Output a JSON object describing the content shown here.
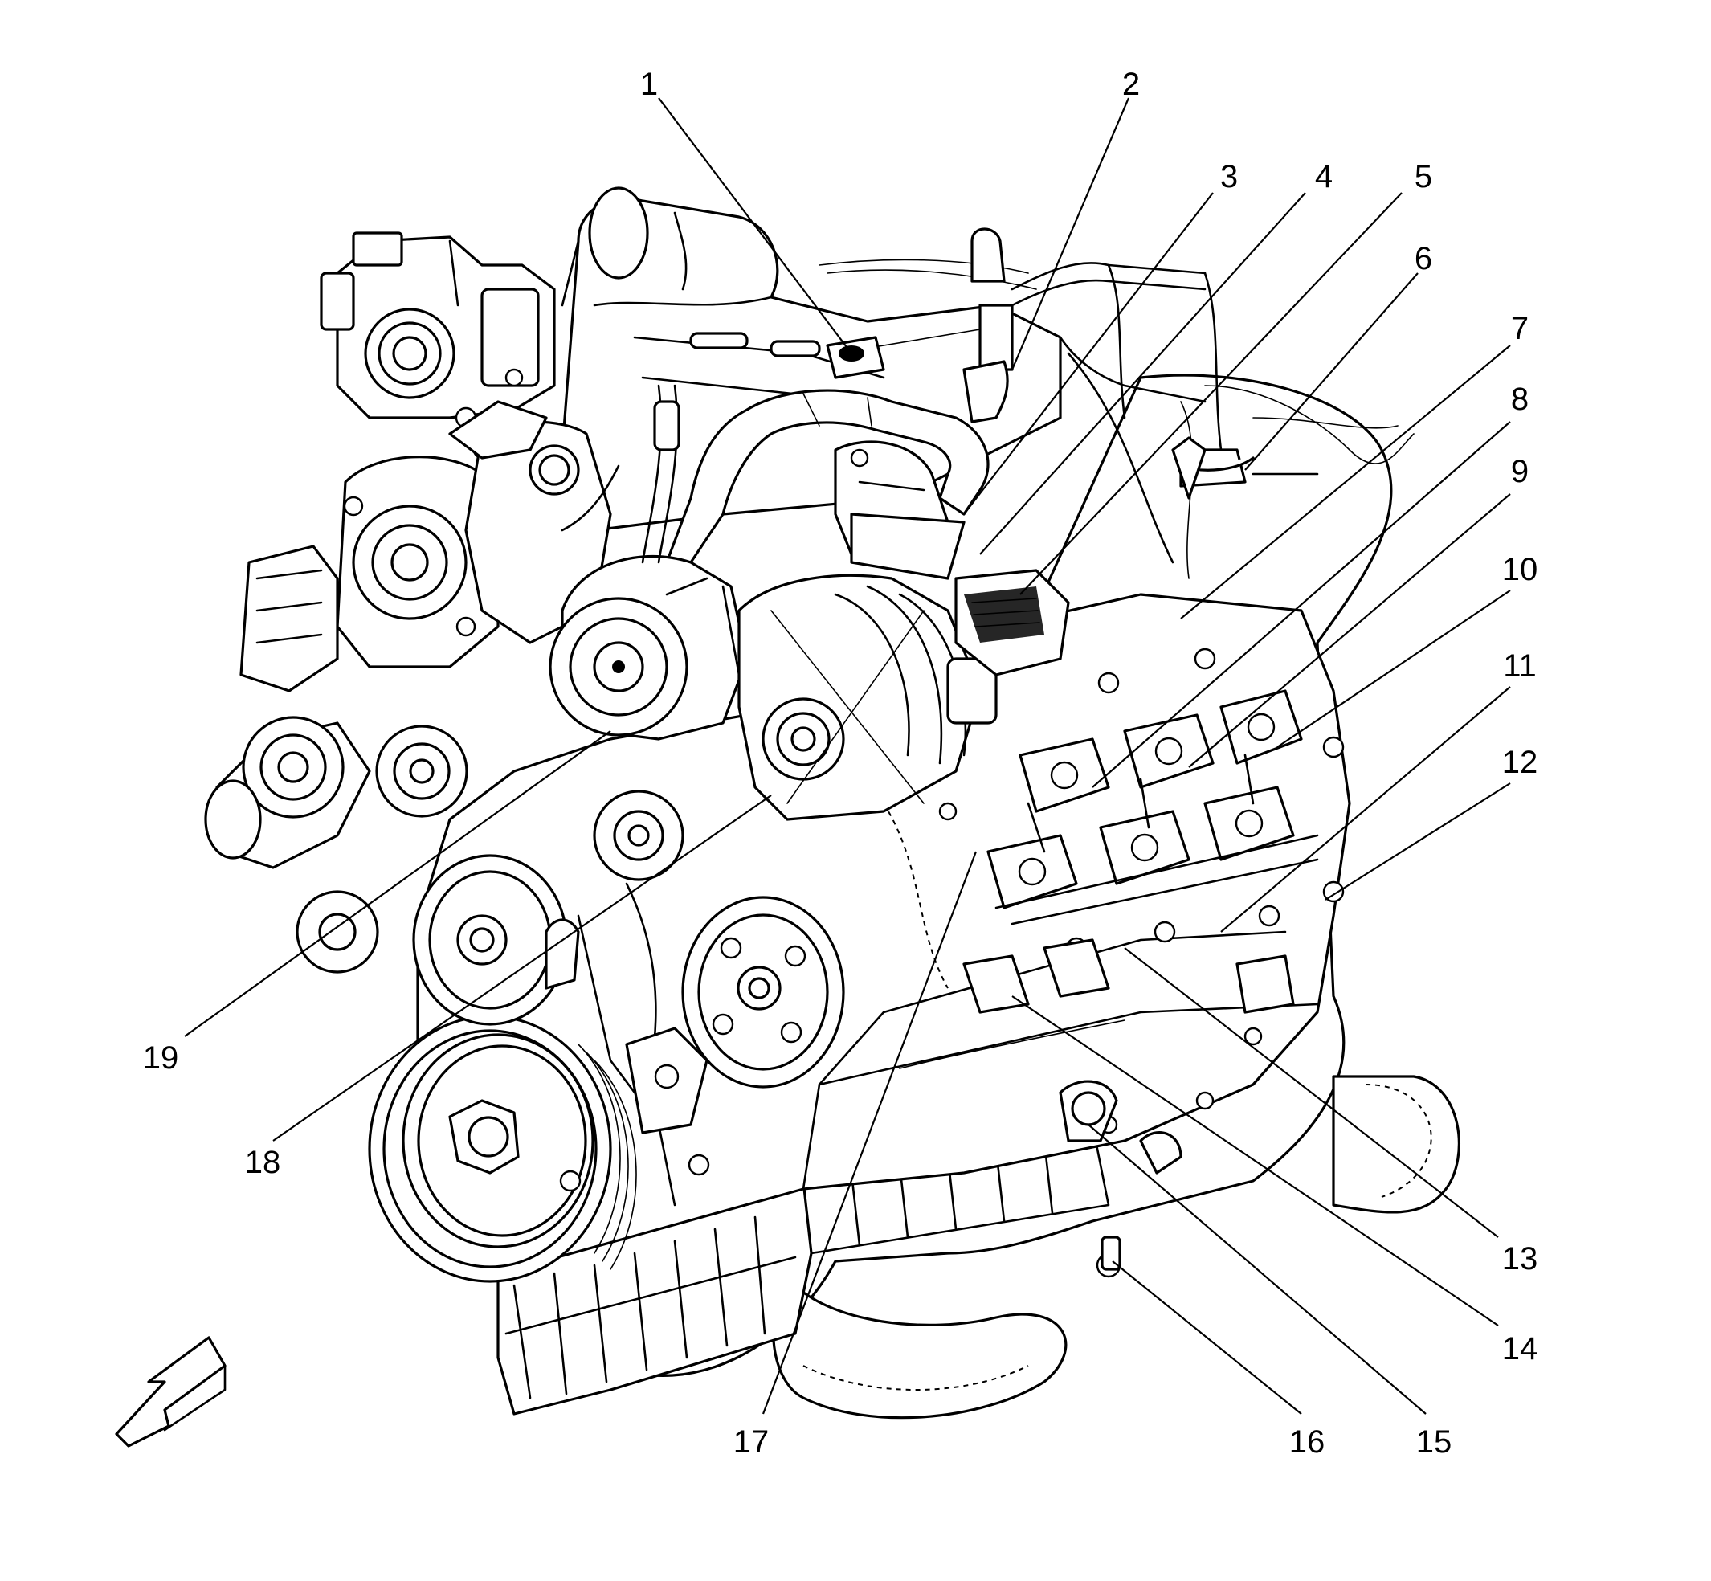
{
  "callouts": [
    {
      "id": "1",
      "label": "1"
    },
    {
      "id": "2",
      "label": "2"
    },
    {
      "id": "3",
      "label": "3"
    },
    {
      "id": "4",
      "label": "4"
    },
    {
      "id": "5",
      "label": "5"
    },
    {
      "id": "6",
      "label": "6"
    },
    {
      "id": "7",
      "label": "7"
    },
    {
      "id": "8",
      "label": "8"
    },
    {
      "id": "9",
      "label": "9"
    },
    {
      "id": "10",
      "label": "10"
    },
    {
      "id": "11",
      "label": "11"
    },
    {
      "id": "12",
      "label": "12"
    },
    {
      "id": "13",
      "label": "13"
    },
    {
      "id": "14",
      "label": "14"
    },
    {
      "id": "15",
      "label": "15"
    },
    {
      "id": "16",
      "label": "16"
    },
    {
      "id": "17",
      "label": "17"
    },
    {
      "id": "18",
      "label": "18"
    },
    {
      "id": "19",
      "label": "19"
    }
  ],
  "icons": {
    "orientation": "front-direction-arrow-icon"
  }
}
